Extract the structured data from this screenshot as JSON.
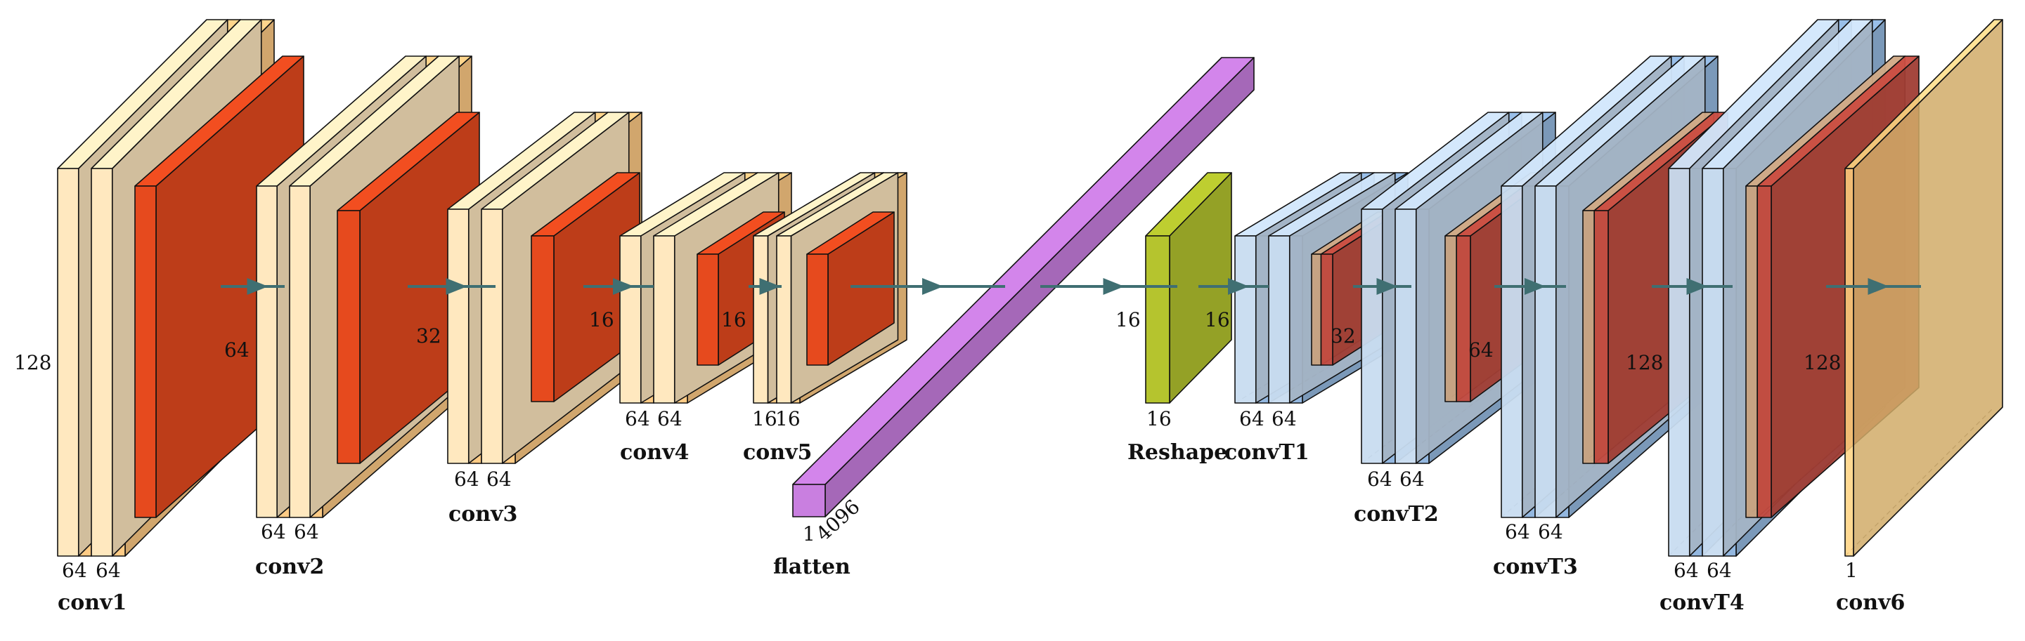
{
  "diagram": {
    "colors": {
      "conv_light": "#FFE8BF",
      "conv_mid": "#FFCB85",
      "pool": "#E64A1E",
      "flatten": "#C97FE0",
      "reshape": "#B5C42E",
      "deconv_light": "#C8DCF0",
      "deconv_mid": "#8DB3DD",
      "deconv_pool": "#C34A3F",
      "deconv_tan": "#C8A27F",
      "output": "#FFD27F",
      "arrow": "#3F6F72"
    },
    "blocks": [
      {
        "id": "conv1",
        "caption": "conv1",
        "height_label": "128",
        "width_labels": [
          "64",
          "64"
        ]
      },
      {
        "id": "conv2",
        "caption": "conv2",
        "height_label": "64",
        "width_labels": [
          "64",
          "64"
        ]
      },
      {
        "id": "conv3",
        "caption": "conv3",
        "height_label": "32",
        "width_labels": [
          "64",
          "64"
        ]
      },
      {
        "id": "conv4",
        "caption": "conv4",
        "height_label": "16",
        "width_labels": [
          "64",
          "64"
        ]
      },
      {
        "id": "conv5",
        "caption": "conv5",
        "height_label": "16",
        "width_labels": [
          "16",
          "16"
        ]
      },
      {
        "id": "flatten",
        "caption": "flatten",
        "width_label": "1",
        "depth_label": "4096"
      },
      {
        "id": "reshape",
        "caption": "Reshape",
        "height_label": "16",
        "depth_label": "16",
        "width_label": "16"
      },
      {
        "id": "convT1",
        "caption": "convT1",
        "width_labels": [
          "64",
          "64"
        ]
      },
      {
        "id": "convT2",
        "caption": "convT2",
        "height_label": "32",
        "width_labels": [
          "64",
          "64"
        ]
      },
      {
        "id": "convT3",
        "caption": "convT3",
        "height_label": "64",
        "width_labels": [
          "64",
          "64"
        ]
      },
      {
        "id": "convT4",
        "caption": "convT4",
        "height_label": "128",
        "width_labels": [
          "64",
          "64"
        ]
      },
      {
        "id": "conv6",
        "caption": "conv6",
        "height_label": "128",
        "width_label": "1"
      }
    ]
  }
}
